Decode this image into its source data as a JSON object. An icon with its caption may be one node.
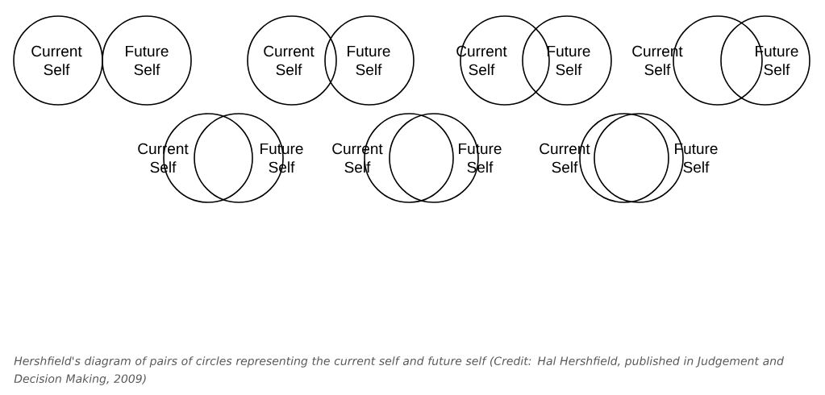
{
  "diagram": {
    "caption": "Hershfield's diagram of pairs of circles representing the current self and future self (Credit: Hal Hershfield, published in Judgement and Decision Making, 2009)",
    "nodes": [
      {
        "text": [
          "Current Self"
        ]
      },
      {
        "text": [
          "Future Self"
        ]
      },
      {
        "text": [
          "Current Self"
        ]
      },
      {
        "text": [
          "Future Self"
        ]
      },
      {
        "text": [
          "Current Self"
        ]
      },
      {
        "text": [
          "Future Self"
        ]
      },
      {
        "text": [
          "Current Self"
        ]
      },
      {
        "text": [
          "Future Self"
        ]
      },
      {
        "text": [
          "Current Self"
        ]
      },
      {
        "text": [
          "Future Self"
        ]
      },
      {
        "text": [
          "Current Self"
        ]
      },
      {
        "text": [
          "Future Self"
        ]
      },
      {
        "text": [
          "Current Self"
        ]
      },
      {
        "text": [
          "Future Self"
        ]
      }
    ]
  }
}
